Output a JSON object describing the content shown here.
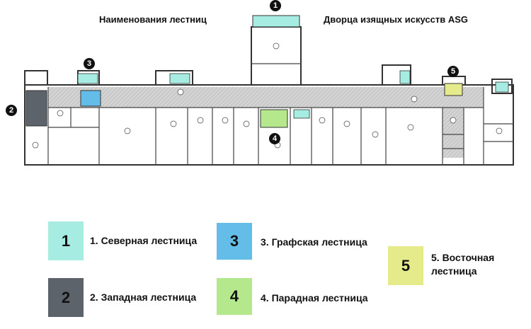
{
  "header": {
    "left_title": "Наименования лестниц",
    "right_title": "Дворца изящных искусств ASG"
  },
  "colors": {
    "north": "#a6ece2",
    "west": "#5d636b",
    "count": "#63bde8",
    "parade": "#b5e88c",
    "east": "#e5ea8a",
    "corridor": "#d9d9d9",
    "wall": "#333333"
  },
  "plan": {
    "markers": [
      "1",
      "2",
      "3",
      "4",
      "5"
    ]
  },
  "legend": {
    "items": [
      {
        "number": "1",
        "label": "1. Северная лестница"
      },
      {
        "number": "2",
        "label": "2. Западная лестница"
      },
      {
        "number": "3",
        "label": "3. Графская лестница"
      },
      {
        "number": "4",
        "label": "4. Парадная лестница"
      },
      {
        "number": "5",
        "label": "5. Восточная лестница"
      }
    ]
  }
}
